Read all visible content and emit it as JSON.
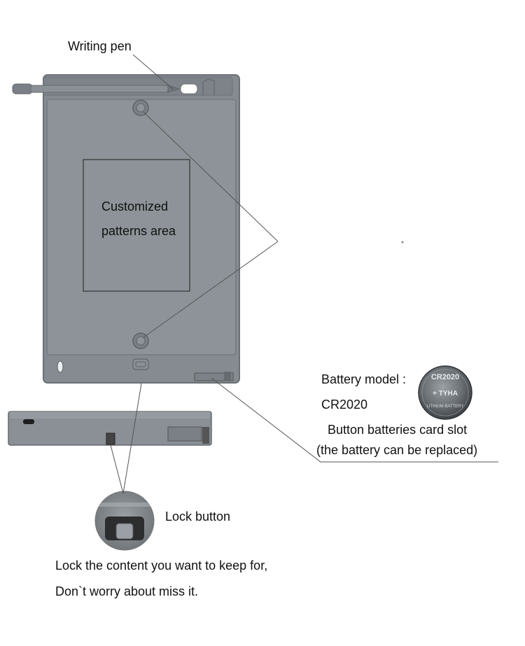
{
  "labels": {
    "writing_pen": "Writing pen",
    "custom_line1": "Customized",
    "custom_line2": "patterns area",
    "battery_model": "Battery model :",
    "battery_code": "CR2020",
    "slot_line1": "Button batteries card slot",
    "slot_line2": "(the battery can be replaced)",
    "lock_button": "Lock button",
    "lock_desc1": "Lock the content you want to keep for,",
    "lock_desc2": "Don`t worry about miss it."
  },
  "battery_coin": {
    "top_text": "CR2020",
    "middle_text": "+ TYHA",
    "bottom_text": "LITHIUM BATTERY"
  },
  "colors": {
    "tablet_body": "#858b90",
    "tablet_edge": "#6c7176",
    "screen": "#8d9398",
    "leader_line": "#555555"
  }
}
